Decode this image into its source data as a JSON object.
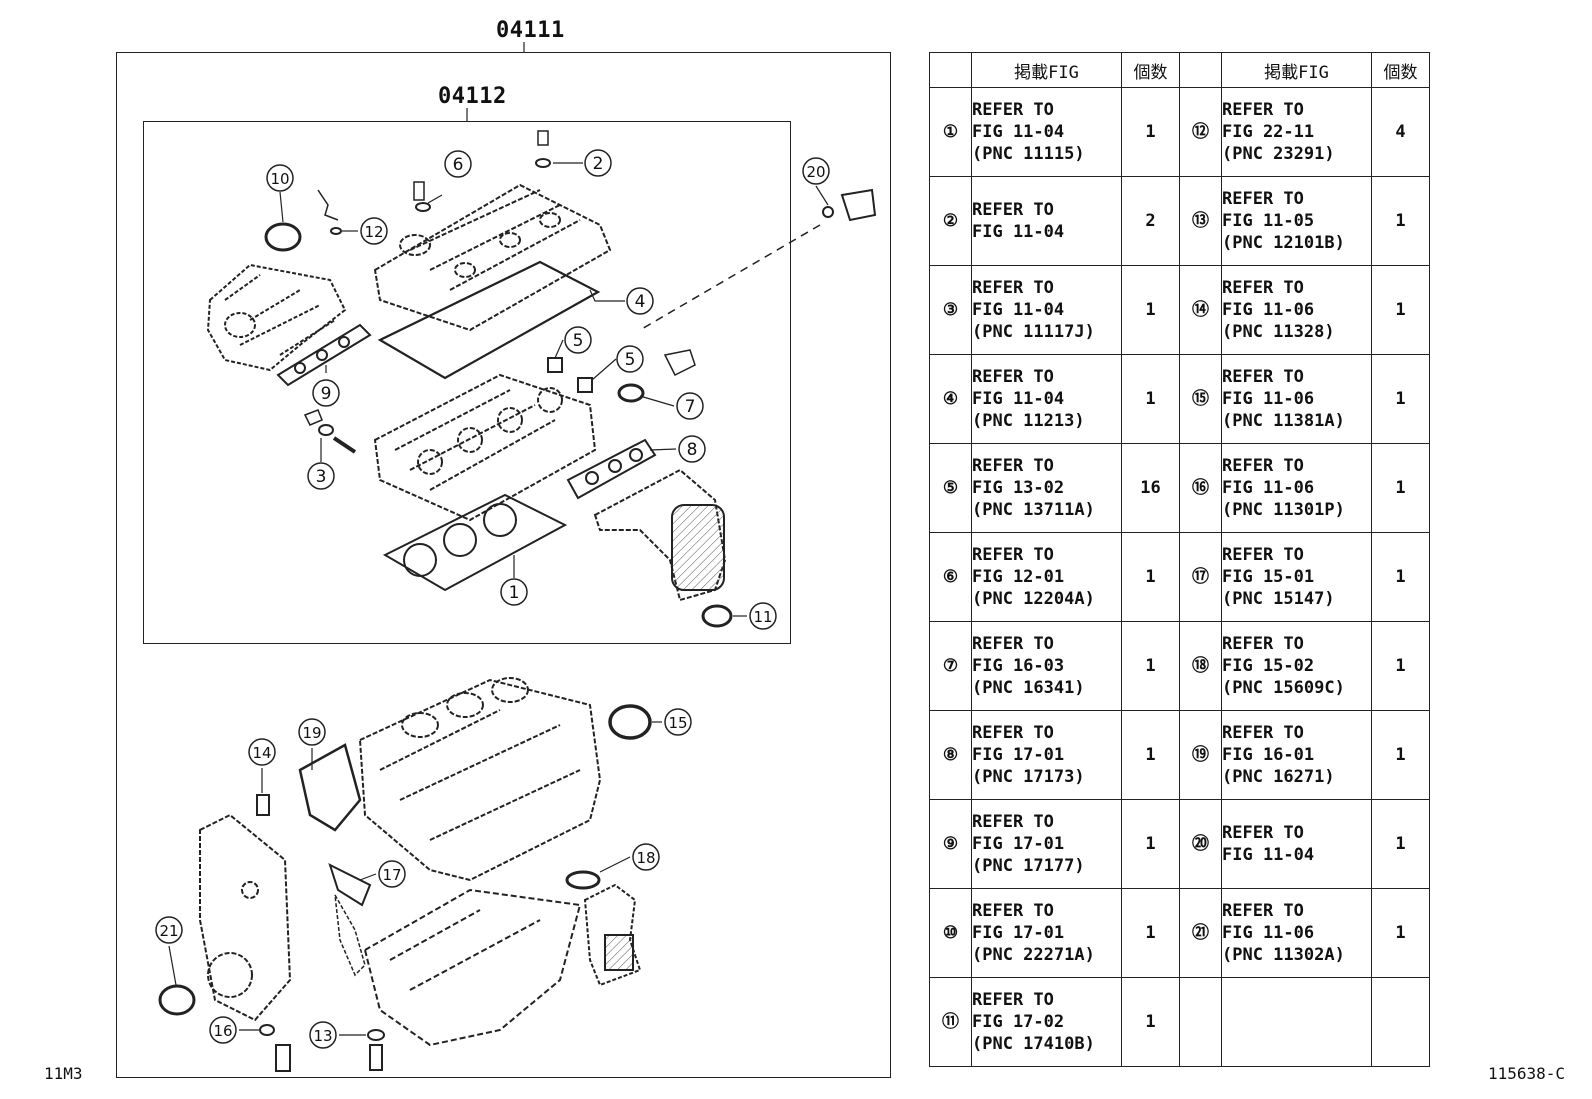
{
  "labels": {
    "outer_kit": "04111",
    "inner_kit": "04112",
    "corner_left": "11M3",
    "corner_right": "115638-C"
  },
  "table": {
    "headers": [
      "",
      "掲載FIG",
      "個数",
      "",
      "掲載FIG",
      "個数"
    ],
    "rows": [
      {
        "l_num": "①",
        "l_ref": "REFER TO\nFIG 11-04\n(PNC 11115)",
        "l_qty": "1",
        "r_num": "⑫",
        "r_ref": "REFER TO\nFIG 22-11\n(PNC 23291)",
        "r_qty": "4"
      },
      {
        "l_num": "②",
        "l_ref": "REFER TO\nFIG 11-04",
        "l_qty": "2",
        "r_num": "⑬",
        "r_ref": "REFER TO\nFIG 11-05\n(PNC 12101B)",
        "r_qty": "1"
      },
      {
        "l_num": "③",
        "l_ref": "REFER TO\nFIG 11-04\n(PNC 11117J)",
        "l_qty": "1",
        "r_num": "⑭",
        "r_ref": "REFER TO\nFIG 11-06\n(PNC 11328)",
        "r_qty": "1"
      },
      {
        "l_num": "④",
        "l_ref": "REFER TO\nFIG 11-04\n(PNC 11213)",
        "l_qty": "1",
        "r_num": "⑮",
        "r_ref": "REFER TO\nFIG 11-06\n(PNC 11381A)",
        "r_qty": "1"
      },
      {
        "l_num": "⑤",
        "l_ref": "REFER TO\nFIG 13-02\n(PNC 13711A)",
        "l_qty": "16",
        "r_num": "⑯",
        "r_ref": "REFER TO\nFIG 11-06\n(PNC 11301P)",
        "r_qty": "1"
      },
      {
        "l_num": "⑥",
        "l_ref": "REFER TO\nFIG 12-01\n(PNC 12204A)",
        "l_qty": "1",
        "r_num": "⑰",
        "r_ref": "REFER TO\nFIG 15-01\n(PNC 15147)",
        "r_qty": "1"
      },
      {
        "l_num": "⑦",
        "l_ref": "REFER TO\nFIG 16-03\n(PNC 16341)",
        "l_qty": "1",
        "r_num": "⑱",
        "r_ref": "REFER TO\nFIG 15-02\n(PNC 15609C)",
        "r_qty": "1"
      },
      {
        "l_num": "⑧",
        "l_ref": "REFER TO\nFIG 17-01\n(PNC 17173)",
        "l_qty": "1",
        "r_num": "⑲",
        "r_ref": "REFER TO\nFIG 16-01\n(PNC 16271)",
        "r_qty": "1"
      },
      {
        "l_num": "⑨",
        "l_ref": "REFER TO\nFIG 17-01\n(PNC 17177)",
        "l_qty": "1",
        "r_num": "⑳",
        "r_ref": "REFER TO\nFIG 11-04",
        "r_qty": "1"
      },
      {
        "l_num": "⑩",
        "l_ref": "REFER TO\nFIG 17-01\n(PNC 22271A)",
        "l_qty": "1",
        "r_num": "㉑",
        "r_ref": "REFER TO\nFIG 11-06\n(PNC 11302A)",
        "r_qty": "1"
      },
      {
        "l_num": "⑪",
        "l_ref": "REFER TO\nFIG 17-02\n(PNC 17410B)",
        "l_qty": "1",
        "r_num": "",
        "r_ref": "",
        "r_qty": ""
      }
    ]
  },
  "callouts": [
    {
      "label": "1"
    },
    {
      "label": "2"
    },
    {
      "label": "3"
    },
    {
      "label": "4"
    },
    {
      "label": "5"
    },
    {
      "label": "5"
    },
    {
      "label": "6"
    },
    {
      "label": "7"
    },
    {
      "label": "8"
    },
    {
      "label": "9"
    },
    {
      "label": "10"
    },
    {
      "label": "11"
    },
    {
      "label": "12"
    },
    {
      "label": "13"
    },
    {
      "label": "14"
    },
    {
      "label": "15"
    },
    {
      "label": "16"
    },
    {
      "label": "17"
    },
    {
      "label": "18"
    },
    {
      "label": "19"
    },
    {
      "label": "20"
    },
    {
      "label": "21"
    }
  ]
}
